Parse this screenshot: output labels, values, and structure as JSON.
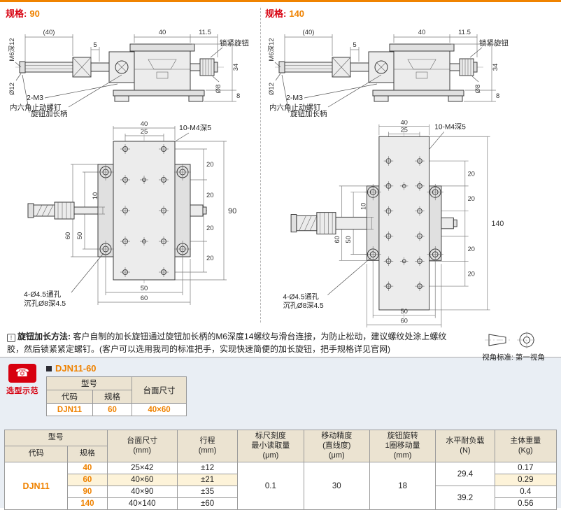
{
  "theme": {
    "top_bar": "#f08300",
    "accent_red": "#d7000f",
    "accent_orange": "#ef8200",
    "table_header_beige": "#ebe3d1",
    "highlight_row": "#fdf3d9",
    "bottom_background": "#e9eef4"
  },
  "spec90": {
    "label": "规格:",
    "value": "90",
    "side": {
      "thread_label": "M6深12",
      "dim_len_ext": "(40)",
      "dim_5": "5",
      "dim_body_w": "40",
      "dim_115": "11.5",
      "lock_knob_label": "锁紧旋钮",
      "dia12": "Ø12",
      "dia8": "Ø8",
      "dim_34": "34",
      "dim_8": "8",
      "m3_label": "2-M3",
      "setscrew_label": "内六角止动螺钉",
      "handle_label": "旋钮加长柄"
    },
    "top": {
      "dim_w": "40",
      "dim_25": "25",
      "holes_label": "10-M4深5",
      "gap": "20",
      "overall": "90",
      "dim_10": "10",
      "left_50": "50",
      "left_60": "60",
      "thru_label": "4-Ø4.5通孔",
      "cbore_label": "沉孔Ø8深4.5",
      "bottom_50": "50",
      "bottom_60": "60"
    }
  },
  "spec140": {
    "label": "规格:",
    "value": "140",
    "side": {
      "thread_label": "M6深12",
      "dim_len_ext": "(40)",
      "dim_5": "5",
      "dim_body_w": "40",
      "dim_115": "11.5",
      "lock_knob_label": "锁紧旋钮",
      "dia12": "Ø12",
      "dia8": "Ø8",
      "dim_34": "34",
      "dim_8": "8",
      "m3_label": "2-M3",
      "setscrew_label": "内六角止动螺钉",
      "handle_label": "旋钮加长柄"
    },
    "top": {
      "dim_w": "40",
      "dim_25": "25",
      "holes_label": "10-M4深5",
      "gap": "20",
      "overall": "140",
      "dim_10": "10",
      "left_50": "50",
      "left_60": "60",
      "thru_label": "4-Ø4.5通孔",
      "cbore_label": "沉孔Ø8深4.5",
      "bottom_50": "50",
      "bottom_60": "60"
    }
  },
  "note": {
    "icon_glyph": "!",
    "title": "旋钮加长方法:",
    "body": "客户自制的加长旋钮通过旋钮加长柄的M6深度14螺纹与滑台连接，为防止松动，建议螺纹处涂上螺纹胶，然后锁紧紧定螺钉。(客户可以选用我司的标准把手，实现快速简便的加长旋钮，把手规格详见官网)",
    "view_label": "视角标准:",
    "view_value": "第一视角"
  },
  "selection": {
    "badge_label": "选型示范",
    "phone_glyph": "☎",
    "example_code": "DJN11-60",
    "table": {
      "h_model": "型号",
      "h_code": "代码",
      "h_spec": "规格",
      "h_surface": "台面尺寸",
      "code": "DJN11",
      "spec": "60",
      "surface": "40×60"
    }
  },
  "spec_table": {
    "h_model": "型号",
    "h_code": "代码",
    "h_spec": "规格",
    "h_surface_1": "台面尺寸",
    "h_surface_2": "(mm)",
    "h_stroke_1": "行程",
    "h_stroke_2": "(mm)",
    "h_scale_1": "标尺刻度",
    "h_scale_2": "最小读取量",
    "h_scale_3": "(μm)",
    "h_acc_1": "移动精度",
    "h_acc_2": "(直线度)",
    "h_acc_3": "(μm)",
    "h_knob_1": "旋钮旋转",
    "h_knob_2": "1圈移动量",
    "h_knob_3": "(mm)",
    "h_load_1": "水平耐负载",
    "h_load_2": "(N)",
    "h_weight_1": "主体重量",
    "h_weight_2": "(Kg)",
    "code": "DJN11",
    "scale_value": "0.1",
    "acc_value": "30",
    "knob_value": "18",
    "load_40_60": "29.4",
    "load_90_140": "39.2",
    "rows": [
      {
        "spec": "40",
        "surface": "25×42",
        "stroke": "±12",
        "weight": "0.17"
      },
      {
        "spec": "60",
        "surface": "40×60",
        "stroke": "±21",
        "weight": "0.29"
      },
      {
        "spec": "90",
        "surface": "40×90",
        "stroke": "±35",
        "weight": "0.4"
      },
      {
        "spec": "140",
        "surface": "40×140",
        "stroke": "±60",
        "weight": "0.56"
      }
    ]
  }
}
